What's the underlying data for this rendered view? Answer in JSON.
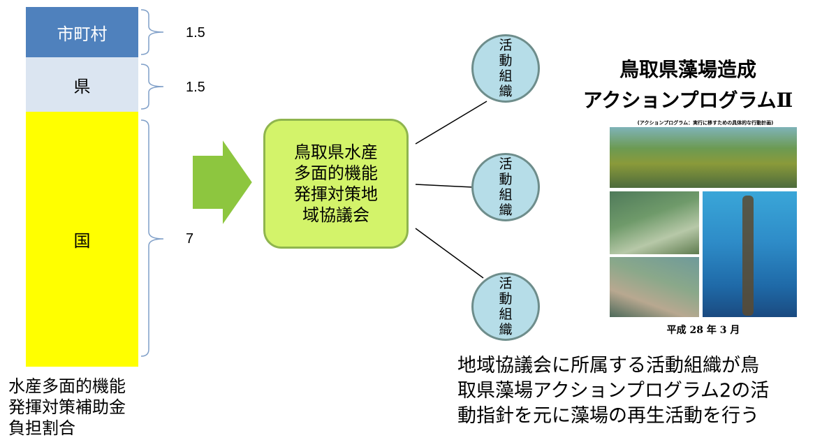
{
  "budget": {
    "segments": [
      {
        "label": "市町村",
        "value": "1.5"
      },
      {
        "label": "県",
        "value": "1.5"
      },
      {
        "label": "国",
        "value": "7"
      }
    ],
    "caption": "水産多面的機能\n発揮対策補助金\n負担割合"
  },
  "council": {
    "label": "鳥取県水産\n多面的機能\n発揮対策地\n域協議会"
  },
  "organizations": [
    {
      "label": "活\n動\n組\n織"
    },
    {
      "label": "活\n動\n組\n織"
    },
    {
      "label": "活\n動\n組\n織"
    }
  ],
  "cover": {
    "title_line1": "鳥取県藻場造成",
    "title_line2": "アクションプログラムⅡ",
    "subtitle": "(アクションプログラム：実行に移すための具体的な行動計画)",
    "date": "平成 28 年 3 月"
  },
  "description": "地域協議会に所属する活動組織が鳥\n取県藻場アクションプログラム2の活\n動指針を元に藻場の再生活動を行う",
  "colors": {
    "city": "#4f81bd",
    "prefecture": "#dbe5f1",
    "nation": "#ffff00",
    "arrow": "#8dc63f",
    "council": "#d3f36a",
    "organization": "#b6dde8"
  }
}
